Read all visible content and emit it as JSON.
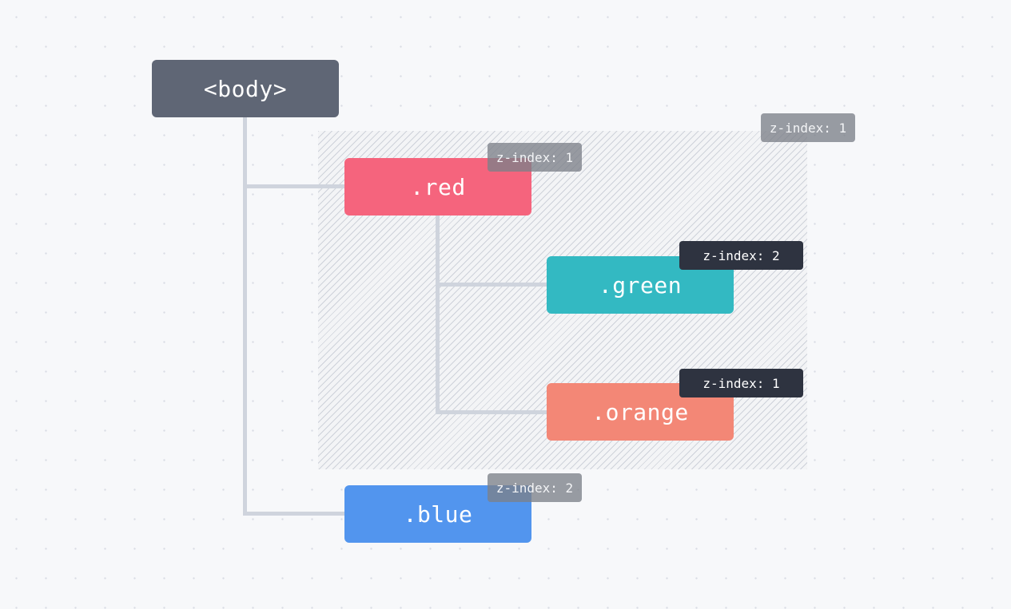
{
  "nodes": {
    "body": {
      "label": "<body>",
      "color": "#5f6675"
    },
    "red": {
      "label": ".red",
      "color": "#f5647d"
    },
    "green": {
      "label": ".green",
      "color": "#33b9c2"
    },
    "orange": {
      "label": ".orange",
      "color": "#f38776"
    },
    "blue": {
      "label": ".blue",
      "color": "#5295ee"
    }
  },
  "badges": {
    "context": "z-index: 1",
    "red": "z-index: 1",
    "green": "z-index: 2",
    "orange": "z-index: 1",
    "blue": "z-index: 2"
  },
  "colors": {
    "connector": "#cfd4dd",
    "badge_dark": "#2e3340",
    "badge_grey": "#7c8089",
    "background": "#f7f8fa"
  }
}
